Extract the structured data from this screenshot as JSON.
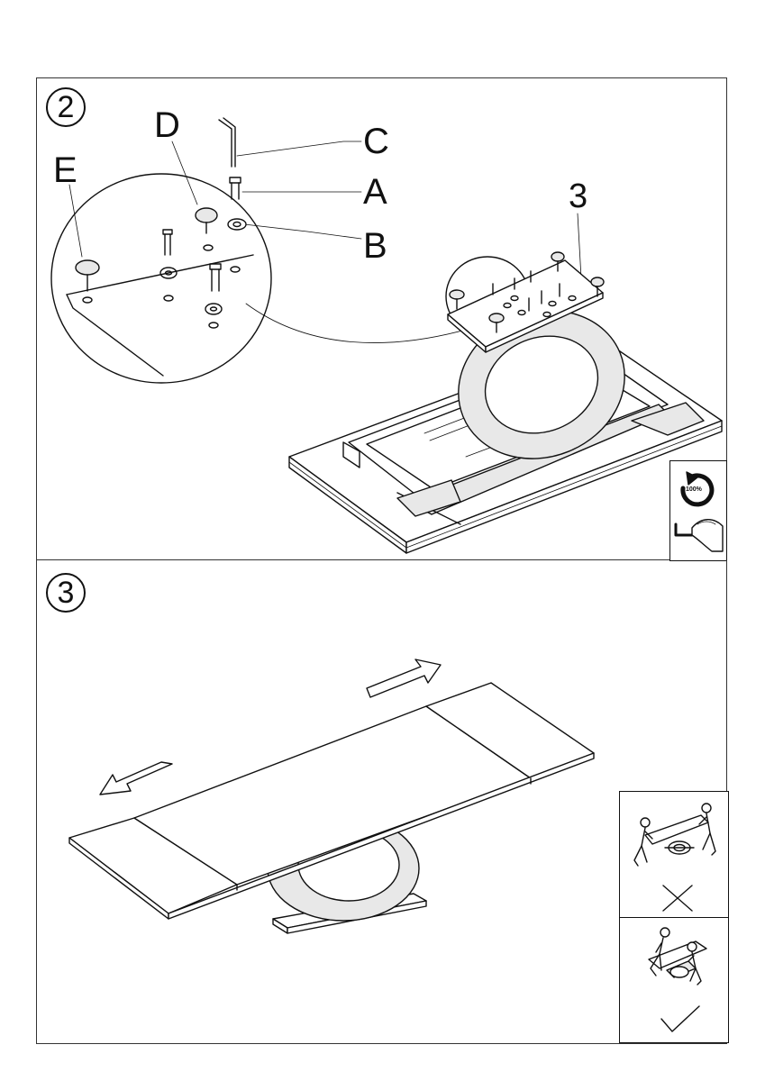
{
  "step2": {
    "number": "2",
    "labels": {
      "a": "A",
      "b": "B",
      "c": "C",
      "d": "D",
      "e": "E",
      "part": "3"
    },
    "torque_text": "100%"
  },
  "step3": {
    "number": "3"
  },
  "icons": {
    "torque_icon": "rotate-100-icon",
    "allen_key_hand_icon": "hand-allen-key-icon",
    "wrong_lift_icon": "two-people-lift-wrong-icon",
    "correct_lift_icon": "two-people-lift-correct-icon",
    "cross_mark": "cross-icon",
    "check_mark": "check-icon"
  }
}
